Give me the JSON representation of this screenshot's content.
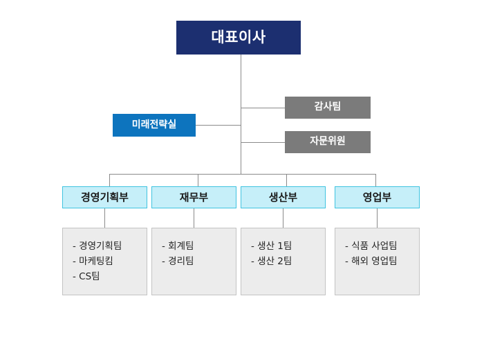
{
  "chart_data": {
    "type": "diagram",
    "title": "",
    "diagram_kind": "organization-chart",
    "orientation": "top-down",
    "colors": {
      "background": "#ffffff",
      "executive_fill": "#1c2f70",
      "staff_fill": "#7b7b7b",
      "strategy_fill": "#0d74be",
      "department_fill": "#c6eff9",
      "department_border": "#3fc3e0",
      "team_fill": "#ececec",
      "team_border": "#c3c3c3",
      "connector": "#8a8a8a"
    },
    "nodes": [
      {
        "id": "ceo",
        "label": "대표이사",
        "level": 0,
        "style": "executive"
      },
      {
        "id": "audit",
        "label": "감사팀",
        "level": 1,
        "style": "staff"
      },
      {
        "id": "advisory",
        "label": "자문위원",
        "level": 1,
        "style": "staff"
      },
      {
        "id": "strategy",
        "label": "미래전략실",
        "level": 1,
        "style": "strategy"
      },
      {
        "id": "dept1",
        "label": "경영기획부",
        "level": 2,
        "style": "department"
      },
      {
        "id": "dept2",
        "label": "재무부",
        "level": 2,
        "style": "department"
      },
      {
        "id": "dept3",
        "label": "생산부",
        "level": 2,
        "style": "department"
      },
      {
        "id": "dept4",
        "label": "영업부",
        "level": 2,
        "style": "department"
      }
    ],
    "edges": [
      {
        "from": "ceo",
        "to": "audit"
      },
      {
        "from": "ceo",
        "to": "strategy"
      },
      {
        "from": "ceo",
        "to": "advisory"
      },
      {
        "from": "ceo",
        "to": "dept1"
      },
      {
        "from": "ceo",
        "to": "dept2"
      },
      {
        "from": "ceo",
        "to": "dept3"
      },
      {
        "from": "ceo",
        "to": "dept4"
      },
      {
        "from": "dept1",
        "to": "teams1"
      },
      {
        "from": "dept2",
        "to": "teams2"
      },
      {
        "from": "dept3",
        "to": "teams3"
      },
      {
        "from": "dept4",
        "to": "teams4"
      }
    ]
  },
  "executive": {
    "label": "대표이사"
  },
  "staff": {
    "audit": "감사팀",
    "advisory": "자문위원"
  },
  "strategy": {
    "label": "미래전략실"
  },
  "departments": [
    {
      "label": "경영기획부",
      "teams": [
        "- 경영기획팀",
        "- 마케팅킴",
        "- CS팀"
      ]
    },
    {
      "label": "재무부",
      "teams": [
        "- 회계팀",
        "- 경리팀"
      ]
    },
    {
      "label": "생산부",
      "teams": [
        "- 생산 1팀",
        "- 생산 2팀"
      ]
    },
    {
      "label": "영업부",
      "teams": [
        "- 식품 사업팀",
        "- 해외 영업팀"
      ]
    }
  ]
}
